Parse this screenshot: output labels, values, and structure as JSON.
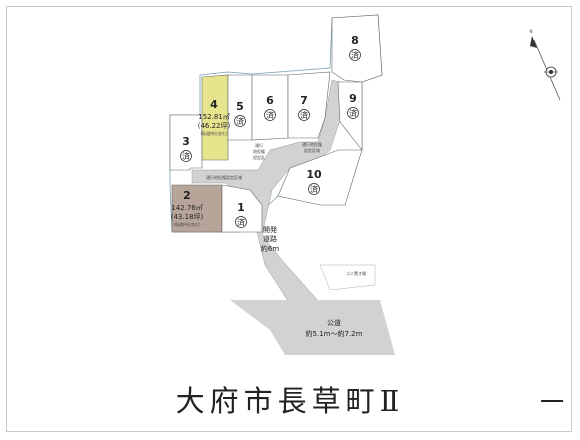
{
  "title": "大府市長草町Ⅱ",
  "page_marker": "一",
  "compass_label": "N",
  "sold_mark": "済",
  "lots": [
    {
      "id": "lot-1",
      "number": "1",
      "sold": true
    },
    {
      "id": "lot-2",
      "number": "2",
      "sold": false,
      "area_m2": "142.76㎡",
      "area_tsubo": "(43.18坪)",
      "note": "(私道持分含む)",
      "color": "#b8a599"
    },
    {
      "id": "lot-3",
      "number": "3",
      "sold": true
    },
    {
      "id": "lot-4",
      "number": "4",
      "sold": false,
      "area_m2": "152.81㎡",
      "area_tsubo": "(46.22坪)",
      "note": "(私道持分含む)",
      "color": "#e6e58e"
    },
    {
      "id": "lot-5",
      "number": "5",
      "sold": true
    },
    {
      "id": "lot-6",
      "number": "6",
      "sold": true
    },
    {
      "id": "lot-7",
      "number": "7",
      "sold": true
    },
    {
      "id": "lot-8",
      "number": "8",
      "sold": true
    },
    {
      "id": "lot-9",
      "number": "9",
      "sold": true
    },
    {
      "id": "lot-10",
      "number": "10",
      "sold": true
    }
  ],
  "road_labels": {
    "development_road": [
      "開発",
      "道路",
      "約6m"
    ],
    "public_road": [
      "公道",
      "約5.1m～約7.2m"
    ],
    "passage_left": "通行地役権設定区域",
    "passage_mid": [
      "通行",
      "地役権",
      "設定区"
    ],
    "passage_right": [
      "通行地役権",
      "設定区域"
    ],
    "trash": [
      "ゴミ置き場"
    ]
  }
}
